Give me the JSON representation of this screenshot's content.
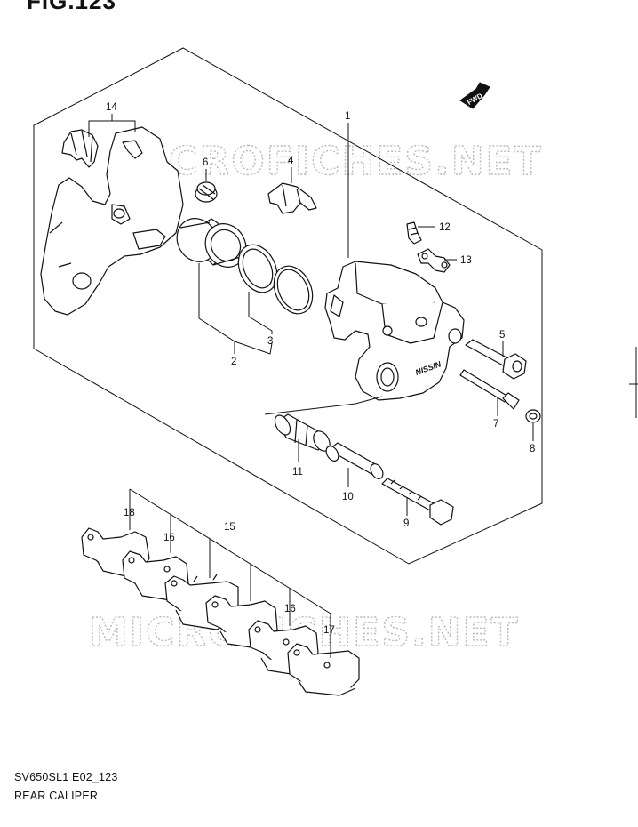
{
  "header": {
    "fig_label": "FIG.123"
  },
  "footer": {
    "model_code": "SV650SL1 E02_123",
    "diagram_name": "REAR CALIPER"
  },
  "watermarks": [
    "MICROFICHES.NET",
    "MICROFICHES.NET"
  ],
  "direction_arrow": {
    "label": "FWD"
  },
  "callouts": [
    {
      "id": "1",
      "part": "caliper assembly"
    },
    {
      "id": "2"
    },
    {
      "id": "3"
    },
    {
      "id": "4"
    },
    {
      "id": "5"
    },
    {
      "id": "6"
    },
    {
      "id": "7"
    },
    {
      "id": "8"
    },
    {
      "id": "9"
    },
    {
      "id": "10"
    },
    {
      "id": "11"
    },
    {
      "id": "12"
    },
    {
      "id": "13"
    },
    {
      "id": "14"
    },
    {
      "id": "15"
    },
    {
      "id": "16a",
      "label": "16"
    },
    {
      "id": "16b",
      "label": "16"
    },
    {
      "id": "17"
    },
    {
      "id": "18"
    }
  ],
  "caliper_marking": "NISSIN",
  "icons": {
    "fwd": "fwd-arrow-icon"
  }
}
